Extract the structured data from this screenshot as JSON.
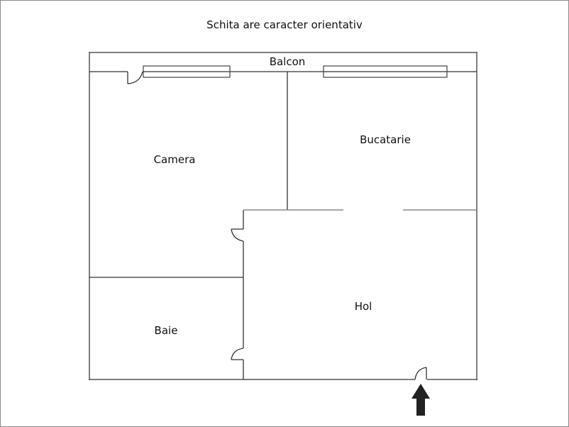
{
  "title": "Schita are caracter orientativ",
  "rooms": {
    "balcon": "Balcon",
    "camera": "Camera",
    "bucatarie": "Bucatarie",
    "hol": "Hol",
    "baie": "Baie"
  },
  "colors": {
    "wall": "#333333",
    "light_wall": "#888888",
    "arrow": "#222222",
    "frame": "#8a8a8a"
  },
  "entrance": {
    "icon": "entrance-arrow-icon"
  }
}
